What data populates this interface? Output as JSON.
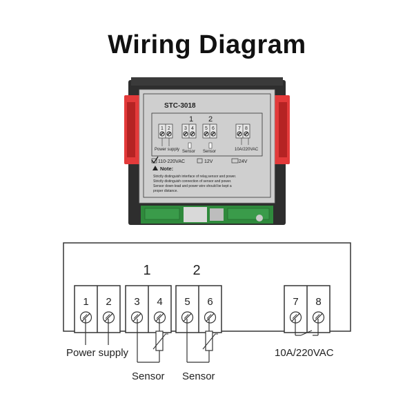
{
  "title": "Wiring Diagram",
  "photo": {
    "model": "STC-3018",
    "group1": "1",
    "group2": "2",
    "terminals": [
      "1",
      "2",
      "3",
      "4",
      "5",
      "6",
      "7",
      "8"
    ],
    "label_power": "Power supply",
    "label_sensor1": "Sensor",
    "label_sensor2": "Sensor",
    "label_relay": "10A/220VAC",
    "voltage_options": [
      {
        "label": "110-220VAC",
        "checked": true
      },
      {
        "label": "12V",
        "checked": false
      },
      {
        "label": "24V",
        "checked": false
      }
    ],
    "note_title": "Note:",
    "notes": [
      "Strictly distinguish interface of relay,sensor and power.",
      "Strictly distinguish connection of sensor and power.",
      "Sensor down-lead and power wire should be kept a",
      "proper distance."
    ],
    "colors": {
      "housing": "#2e2e2e",
      "clip": "#e33a3a",
      "label_bg": "#cfcfcf",
      "pcb": "#2f8a3c"
    }
  },
  "diagram": {
    "group1": "1",
    "group2": "2",
    "terminals": [
      "1",
      "2",
      "3",
      "4",
      "5",
      "6",
      "7",
      "8"
    ],
    "label_power": "Power supply",
    "label_sensor1": "Sensor",
    "label_sensor2": "Sensor",
    "label_relay": "10A/220VAC"
  }
}
